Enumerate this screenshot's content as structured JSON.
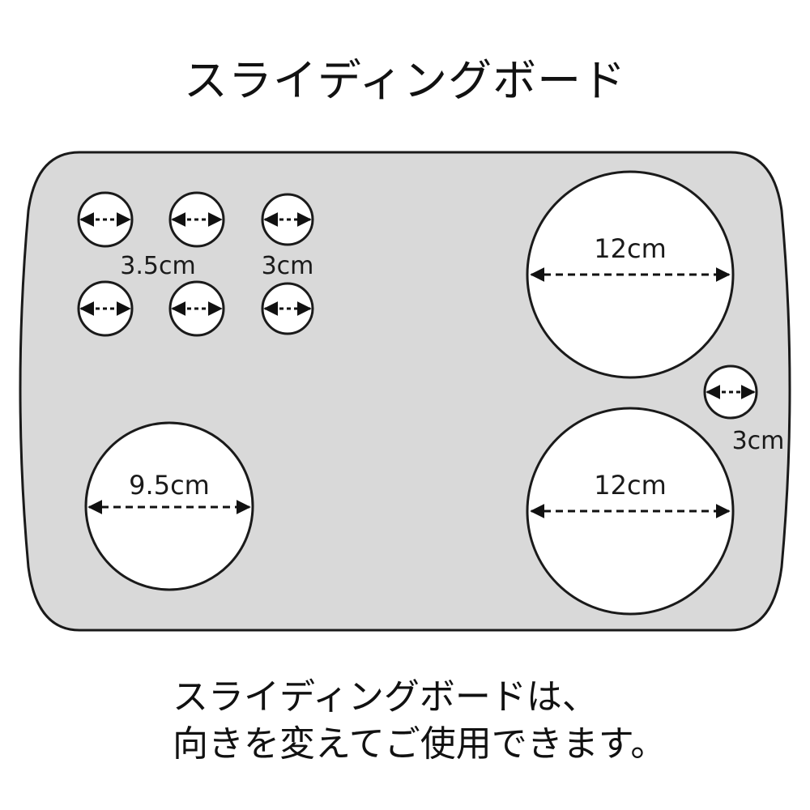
{
  "title": "スライディングボード",
  "board": {
    "fill_color": "#d9d9d9",
    "stroke_color": "#1a1a1a",
    "hole_fill": "#ffffff",
    "labels": {
      "small_left": "3.5cm",
      "small_right": "3cm",
      "large_top": "12cm",
      "large_bottom": "12cm",
      "medium_left": "9.5cm",
      "tiny_right": "3cm"
    }
  },
  "caption": {
    "line1": "スライディングボードは、",
    "line2": "向きを変えてご使用できます。"
  }
}
